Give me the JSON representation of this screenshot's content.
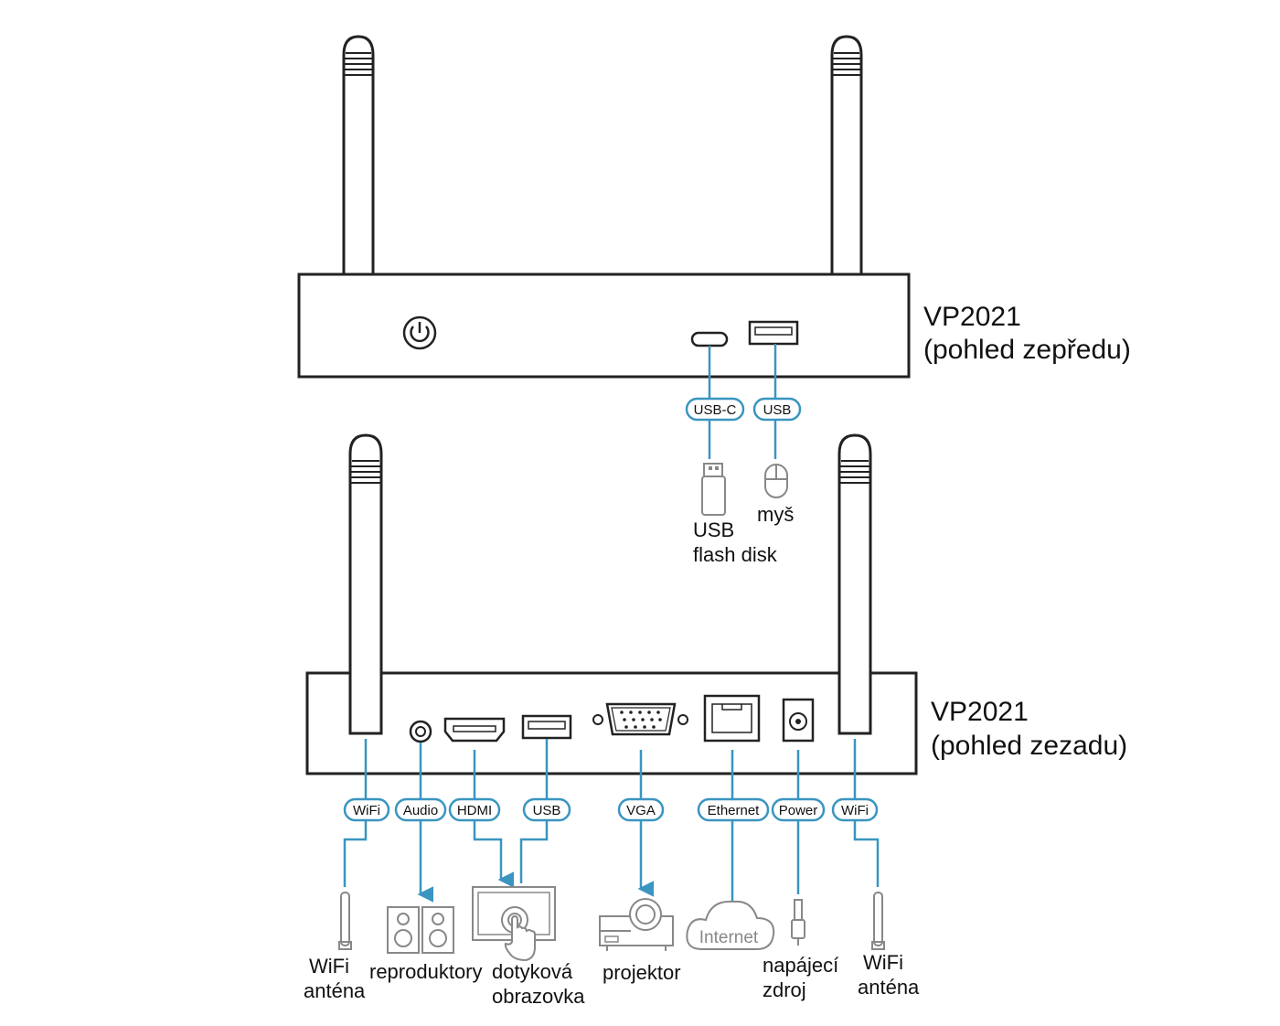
{
  "front": {
    "title": "VP2021",
    "subtitle": "(pohled zepředu)",
    "ports": [
      "USB-C",
      "USB"
    ],
    "devices": {
      "flash_line1": "USB",
      "flash_line2": "flash disk",
      "mouse": "myš"
    }
  },
  "rear": {
    "title": "VP2021",
    "subtitle": "(pohled zezadu)",
    "ports": [
      "WiFi",
      "Audio",
      "HDMI",
      "USB",
      "VGA",
      "Ethernet",
      "Power",
      "WiFi"
    ],
    "devices": {
      "wifi_left_1": "WiFi",
      "wifi_left_2": "anténa",
      "speakers": "reproduktory",
      "touch_1": "dotyková",
      "touch_2": "obrazovka",
      "projector": "projektor",
      "internet_cloud": "Internet",
      "power_1": "napájecí",
      "power_2": "zdroj",
      "wifi_right_1": "WiFi",
      "wifi_right_2": "anténa"
    }
  },
  "colors": {
    "accent": "#3a95c0",
    "outline": "#222222",
    "device": "#888888"
  }
}
